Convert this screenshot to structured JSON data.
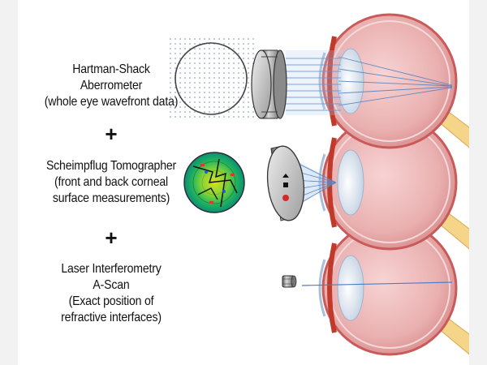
{
  "sections": [
    {
      "lines": [
        "Hartman-Shack",
        "Aberrometer",
        "(whole eye wavefront data)"
      ]
    },
    {
      "lines": [
        "Scheimpflug Tomographer",
        "(front and back corneal",
        "surface measurements)"
      ]
    },
    {
      "lines": [
        "Laser Interferometry",
        "A-Scan",
        "(Exact position of",
        "refractive interfaces)"
      ]
    }
  ],
  "separators": [
    "+",
    "+"
  ],
  "colors": {
    "sclera": "#f2c6c6",
    "sclera_edge": "#c95a5a",
    "iris": "#c0392b",
    "lens": "#dde6f0",
    "optic_nerve": "#f5d58a",
    "beam": "#4a7fc0"
  },
  "icons": [
    "shack-hartmann-dot-grid-icon",
    "corneal-topography-map-icon",
    "aberrometer-lens-icon",
    "tomographer-camera-icon",
    "a-scan-probe-icon",
    "eye-cross-section-icon"
  ]
}
